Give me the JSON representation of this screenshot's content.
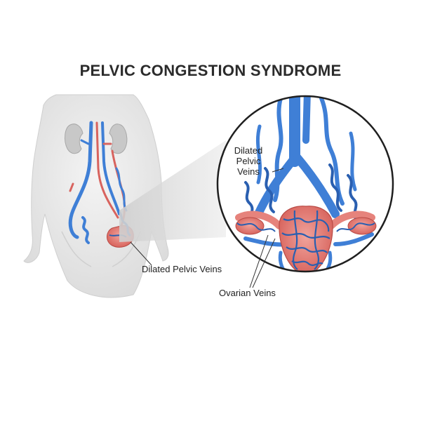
{
  "title": "PELVIC CONGESTION SYNDROME",
  "labels": {
    "inset_line1": "Dilated",
    "inset_line2": "Pelvic",
    "inset_line3": "Veins",
    "body_label": "Dilated Pelvic Veins",
    "ovarian_label": "Ovarian Veins"
  },
  "colors": {
    "vein_blue": "#3f7fd6",
    "vein_blue_dark": "#2a5fb0",
    "artery_red": "#d8635e",
    "uterus_pink": "#e6837c",
    "body_gray": "#e9e9e9"
  }
}
